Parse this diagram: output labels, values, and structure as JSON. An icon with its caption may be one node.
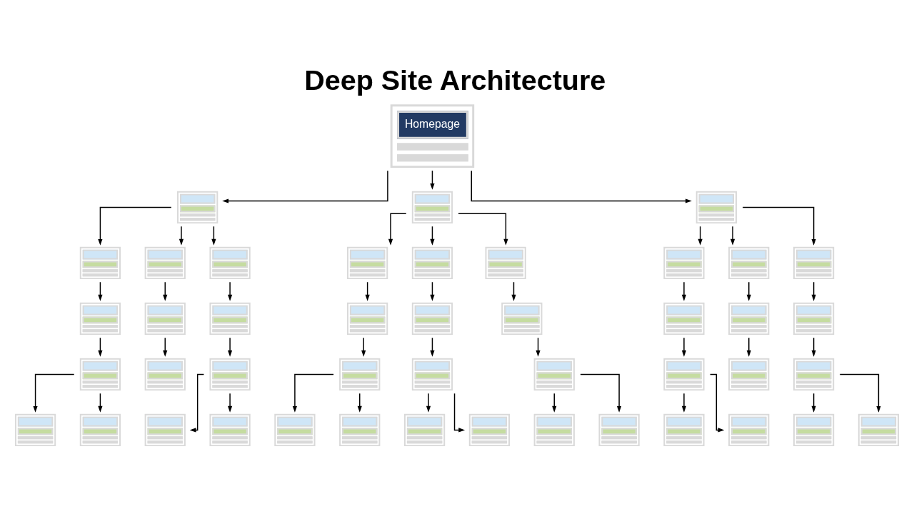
{
  "diagram": {
    "title": "Deep Site Architecture",
    "nodes": [
      {
        "text": [
          "Homepage"
        ]
      },
      {
        "text": [],
        "shape": "picture"
      },
      {
        "text": [],
        "shape": "picture"
      },
      {
        "text": [],
        "shape": "picture"
      },
      {
        "text": [],
        "shape": "picture"
      },
      {
        "text": [],
        "shape": "picture"
      },
      {
        "text": [],
        "shape": "picture"
      },
      {
        "text": [],
        "shape": "picture"
      },
      {
        "text": [],
        "shape": "picture"
      },
      {
        "text": [],
        "shape": "picture"
      },
      {
        "text": [],
        "shape": "picture"
      },
      {
        "text": [],
        "shape": "picture"
      },
      {
        "text": [],
        "shape": "picture"
      },
      {
        "text": [],
        "shape": "picture"
      },
      {
        "text": [],
        "shape": "picture"
      },
      {
        "text": [],
        "shape": "picture"
      },
      {
        "text": [],
        "shape": "picture"
      },
      {
        "text": [],
        "shape": "picture"
      },
      {
        "text": [],
        "shape": "picture"
      },
      {
        "text": [],
        "shape": "picture"
      },
      {
        "text": [],
        "shape": "picture"
      },
      {
        "text": [],
        "shape": "picture"
      },
      {
        "text": [],
        "shape": "picture"
      },
      {
        "text": [],
        "shape": "picture"
      },
      {
        "text": [],
        "shape": "picture"
      },
      {
        "text": [],
        "shape": "picture"
      },
      {
        "text": [],
        "shape": "picture"
      },
      {
        "text": [],
        "shape": "picture"
      },
      {
        "text": [],
        "shape": "picture"
      },
      {
        "text": [],
        "shape": "picture"
      },
      {
        "text": [],
        "shape": "picture"
      },
      {
        "text": [],
        "shape": "picture"
      },
      {
        "text": [],
        "shape": "picture"
      },
      {
        "text": [],
        "shape": "picture"
      },
      {
        "text": [],
        "shape": "picture"
      },
      {
        "text": [],
        "shape": "picture"
      },
      {
        "text": [],
        "shape": "picture"
      },
      {
        "text": [],
        "shape": "picture"
      },
      {
        "text": [],
        "shape": "picture"
      },
      {
        "text": [],
        "shape": "picture"
      },
      {
        "text": [],
        "shape": "picture"
      },
      {
        "text": [],
        "shape": "picture"
      },
      {
        "text": [],
        "shape": "picture"
      },
      {
        "text": [],
        "shape": "picture"
      },
      {
        "text": [],
        "shape": "picture"
      }
    ],
    "edges": [
      {
        "from": 0,
        "to": 1,
        "arrow": "to"
      },
      {
        "from": 0,
        "to": 2,
        "arrow": "to"
      },
      {
        "from": 0,
        "to": 3,
        "arrow": "to"
      },
      {
        "from": 1,
        "to": 4,
        "arrow": "to"
      },
      {
        "from": 1,
        "to": 5,
        "arrow": "to"
      },
      {
        "from": 1,
        "to": 6,
        "arrow": "to"
      },
      {
        "from": 2,
        "to": 7,
        "arrow": "to"
      },
      {
        "from": 2,
        "to": 8,
        "arrow": "to"
      },
      {
        "from": 2,
        "to": 9,
        "arrow": "to"
      },
      {
        "from": 3,
        "to": 10,
        "arrow": "to"
      },
      {
        "from": 3,
        "to": 11,
        "arrow": "to"
      },
      {
        "from": 3,
        "to": 12,
        "arrow": "to"
      },
      {
        "from": 4,
        "to": 13,
        "arrow": "to"
      },
      {
        "from": 5,
        "to": 14,
        "arrow": "to"
      },
      {
        "from": 6,
        "to": 15,
        "arrow": "to"
      },
      {
        "from": 7,
        "to": 16,
        "arrow": "to"
      },
      {
        "from": 8,
        "to": 17,
        "arrow": "to"
      },
      {
        "from": 9,
        "to": 18,
        "arrow": "to"
      },
      {
        "from": 10,
        "to": 19,
        "arrow": "to"
      },
      {
        "from": 11,
        "to": 20,
        "arrow": "to"
      },
      {
        "from": 12,
        "to": 21,
        "arrow": "to"
      },
      {
        "from": 13,
        "to": 22,
        "arrow": "to"
      },
      {
        "from": 14,
        "to": 23,
        "arrow": "to"
      },
      {
        "from": 15,
        "to": 24,
        "arrow": "to"
      },
      {
        "from": 16,
        "to": 25,
        "arrow": "to"
      },
      {
        "from": 17,
        "to": 26,
        "arrow": "to"
      },
      {
        "from": 18,
        "to": 27,
        "arrow": "to"
      },
      {
        "from": 19,
        "to": 28,
        "arrow": "to"
      },
      {
        "from": 20,
        "to": 29,
        "arrow": "to"
      },
      {
        "from": 21,
        "to": 30,
        "arrow": "to"
      },
      {
        "from": 22,
        "to": 31,
        "arrow": "to"
      },
      {
        "from": 22,
        "to": 32,
        "arrow": "to"
      },
      {
        "from": 24,
        "to": 33,
        "arrow": "to"
      },
      {
        "from": 24,
        "to": 34,
        "arrow": "to"
      },
      {
        "from": 25,
        "to": 35,
        "arrow": "to"
      },
      {
        "from": 25,
        "to": 36,
        "arrow": "to"
      },
      {
        "from": 26,
        "to": 37,
        "arrow": "to"
      },
      {
        "from": 26,
        "to": 38,
        "arrow": "to"
      },
      {
        "from": 27,
        "to": 39,
        "arrow": "to"
      },
      {
        "from": 27,
        "to": 40,
        "arrow": "to"
      },
      {
        "from": 28,
        "to": 41,
        "arrow": "to"
      },
      {
        "from": 28,
        "to": 42,
        "arrow": "to"
      },
      {
        "from": 30,
        "to": 43,
        "arrow": "to"
      },
      {
        "from": 30,
        "to": 44,
        "arrow": "to"
      }
    ]
  }
}
